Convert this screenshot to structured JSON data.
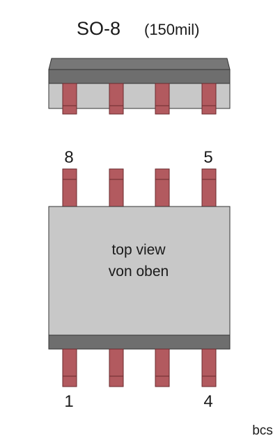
{
  "title": {
    "main": "SO-8",
    "sub": "(150mil)"
  },
  "body_label": {
    "line1": "top view",
    "line2": "von oben"
  },
  "pin_labels": {
    "top_left": "8",
    "top_right": "5",
    "bottom_left": "1",
    "bottom_right": "4"
  },
  "signature": "bcs",
  "colors": {
    "body_fill": "#c8c8c8",
    "body_dark": "#6e6e6e",
    "pin_fill": "#b25a5f",
    "pin_dark": "#6a2a2e",
    "outline": "#333333"
  }
}
